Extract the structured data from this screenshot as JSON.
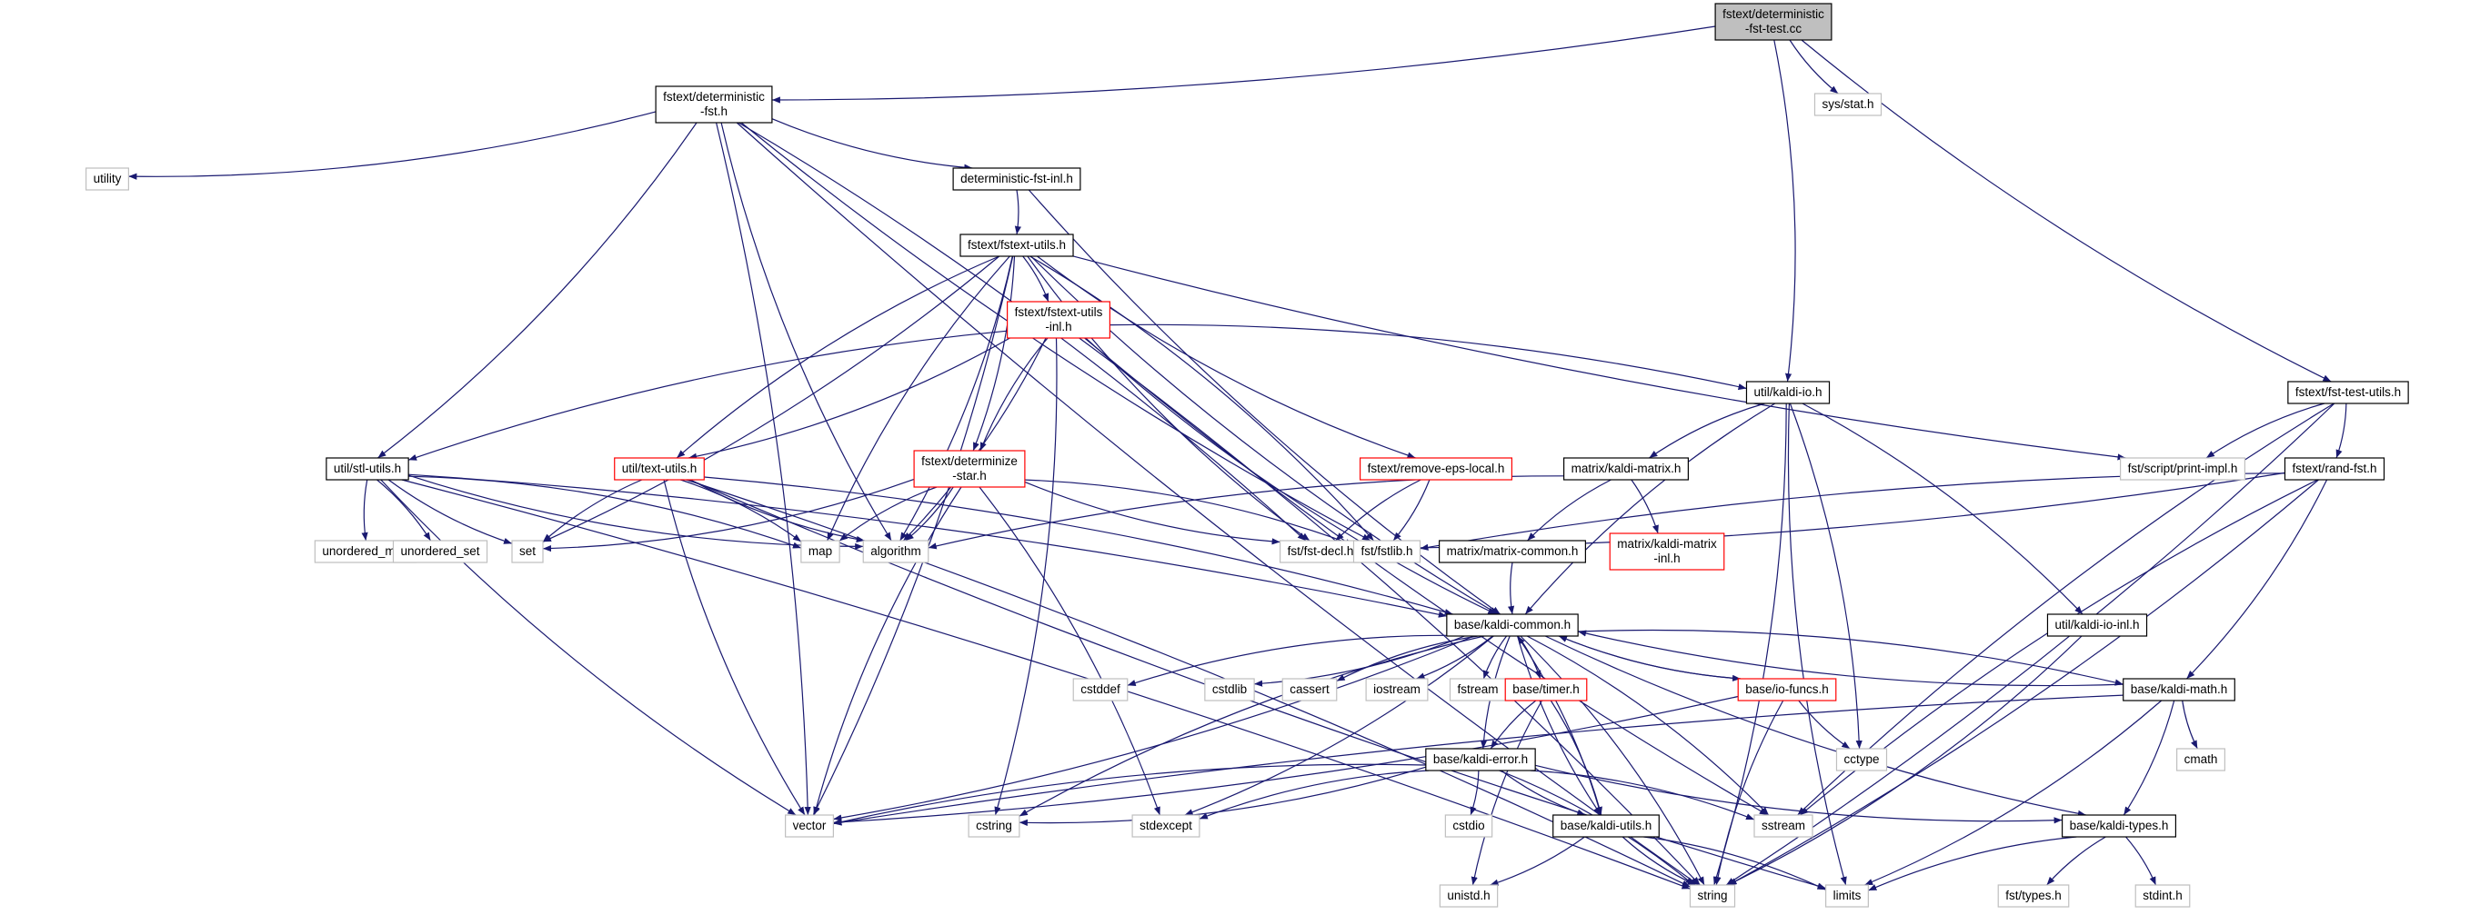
{
  "graph": {
    "colors": {
      "edge": "#191970",
      "focus_fill": "#bfbfbf",
      "normal_border": "#000000",
      "external_border": "#bfbfbf",
      "incomplete_border": "#ff0000"
    },
    "nodes": [
      {
        "id": "fst_test_cc",
        "lines": [
          "fstext/deterministic",
          "-fst-test.cc"
        ],
        "style": "focus"
      },
      {
        "id": "det_fst_h",
        "lines": [
          "fstext/deterministic",
          "-fst.h"
        ],
        "style": "normal"
      },
      {
        "id": "sys_stat_h",
        "lines": [
          "sys/stat.h"
        ],
        "style": "external"
      },
      {
        "id": "utility",
        "lines": [
          "utility"
        ],
        "style": "external"
      },
      {
        "id": "det_fst_inl_h",
        "lines": [
          "deterministic-fst-inl.h"
        ],
        "style": "normal"
      },
      {
        "id": "fstext_utils_h",
        "lines": [
          "fstext/fstext-utils.h"
        ],
        "style": "normal"
      },
      {
        "id": "fstext_utils_inl_h",
        "lines": [
          "fstext/fstext-utils",
          "-inl.h"
        ],
        "style": "incomplete"
      },
      {
        "id": "kaldi_io_h",
        "lines": [
          "util/kaldi-io.h"
        ],
        "style": "normal"
      },
      {
        "id": "fst_test_utils_h",
        "lines": [
          "fstext/fst-test-utils.h"
        ],
        "style": "normal"
      },
      {
        "id": "stl_utils_h",
        "lines": [
          "util/stl-utils.h"
        ],
        "style": "normal"
      },
      {
        "id": "text_utils_h",
        "lines": [
          "util/text-utils.h"
        ],
        "style": "incomplete"
      },
      {
        "id": "determinize_star_h",
        "lines": [
          "fstext/determinize",
          "-star.h"
        ],
        "style": "incomplete"
      },
      {
        "id": "remove_eps_h",
        "lines": [
          "fstext/remove-eps-local.h"
        ],
        "style": "incomplete"
      },
      {
        "id": "kaldi_matrix_h",
        "lines": [
          "matrix/kaldi-matrix.h"
        ],
        "style": "normal"
      },
      {
        "id": "print_impl_h",
        "lines": [
          "fst/script/print-impl.h"
        ],
        "style": "external"
      },
      {
        "id": "rand_fst_h",
        "lines": [
          "fstext/rand-fst.h"
        ],
        "style": "normal"
      },
      {
        "id": "unordered_map",
        "lines": [
          "unordered_map"
        ],
        "style": "external"
      },
      {
        "id": "unordered_set",
        "lines": [
          "unordered_set"
        ],
        "style": "external"
      },
      {
        "id": "set",
        "lines": [
          "set"
        ],
        "style": "external"
      },
      {
        "id": "map",
        "lines": [
          "map"
        ],
        "style": "external"
      },
      {
        "id": "algorithm",
        "lines": [
          "algorithm"
        ],
        "style": "external"
      },
      {
        "id": "fst_decl_h",
        "lines": [
          "fst/fst-decl.h"
        ],
        "style": "external"
      },
      {
        "id": "fstlib_h",
        "lines": [
          "fst/fstlib.h"
        ],
        "style": "external"
      },
      {
        "id": "matrix_common_h",
        "lines": [
          "matrix/matrix-common.h"
        ],
        "style": "normal"
      },
      {
        "id": "kaldi_matrix_inl_h",
        "lines": [
          "matrix/kaldi-matrix",
          "-inl.h"
        ],
        "style": "incomplete"
      },
      {
        "id": "kaldi_io_inl_h",
        "lines": [
          "util/kaldi-io-inl.h"
        ],
        "style": "normal"
      },
      {
        "id": "kaldi_common_h",
        "lines": [
          "base/kaldi-common.h"
        ],
        "style": "normal"
      },
      {
        "id": "cstddef",
        "lines": [
          "cstddef"
        ],
        "style": "external"
      },
      {
        "id": "cstdlib",
        "lines": [
          "cstdlib"
        ],
        "style": "external"
      },
      {
        "id": "cassert",
        "lines": [
          "cassert"
        ],
        "style": "external"
      },
      {
        "id": "iostream",
        "lines": [
          "iostream"
        ],
        "style": "external"
      },
      {
        "id": "fstream",
        "lines": [
          "fstream"
        ],
        "style": "external"
      },
      {
        "id": "timer_h",
        "lines": [
          "base/timer.h"
        ],
        "style": "incomplete"
      },
      {
        "id": "io_funcs_h",
        "lines": [
          "base/io-funcs.h"
        ],
        "style": "incomplete"
      },
      {
        "id": "kaldi_math_h",
        "lines": [
          "base/kaldi-math.h"
        ],
        "style": "normal"
      },
      {
        "id": "cctype",
        "lines": [
          "cctype"
        ],
        "style": "external"
      },
      {
        "id": "cmath",
        "lines": [
          "cmath"
        ],
        "style": "external"
      },
      {
        "id": "kaldi_error_h",
        "lines": [
          "base/kaldi-error.h"
        ],
        "style": "normal"
      },
      {
        "id": "vector",
        "lines": [
          "vector"
        ],
        "style": "external"
      },
      {
        "id": "cstring",
        "lines": [
          "cstring"
        ],
        "style": "external"
      },
      {
        "id": "stdexcept",
        "lines": [
          "stdexcept"
        ],
        "style": "external"
      },
      {
        "id": "cstdio",
        "lines": [
          "cstdio"
        ],
        "style": "external"
      },
      {
        "id": "kaldi_utils_h",
        "lines": [
          "base/kaldi-utils.h"
        ],
        "style": "normal"
      },
      {
        "id": "sstream",
        "lines": [
          "sstream"
        ],
        "style": "external"
      },
      {
        "id": "kaldi_types_h",
        "lines": [
          "base/kaldi-types.h"
        ],
        "style": "normal"
      },
      {
        "id": "unistd_h",
        "lines": [
          "unistd.h"
        ],
        "style": "external"
      },
      {
        "id": "string",
        "lines": [
          "string"
        ],
        "style": "external"
      },
      {
        "id": "limits",
        "lines": [
          "limits"
        ],
        "style": "external"
      },
      {
        "id": "fst_types_h",
        "lines": [
          "fst/types.h"
        ],
        "style": "external"
      },
      {
        "id": "stdint_h",
        "lines": [
          "stdint.h"
        ],
        "style": "external"
      }
    ],
    "edges": [
      [
        "fst_test_cc",
        "det_fst_h"
      ],
      [
        "fst_test_cc",
        "sys_stat_h"
      ],
      [
        "fst_test_cc",
        "kaldi_io_h"
      ],
      [
        "fst_test_cc",
        "fst_test_utils_h"
      ],
      [
        "det_fst_h",
        "utility"
      ],
      [
        "det_fst_h",
        "det_fst_inl_h"
      ],
      [
        "det_fst_h",
        "stl_utils_h"
      ],
      [
        "det_fst_h",
        "algorithm"
      ],
      [
        "det_fst_h",
        "fst_decl_h"
      ],
      [
        "det_fst_h",
        "fstlib_h"
      ],
      [
        "det_fst_h",
        "vector"
      ],
      [
        "det_fst_h",
        "string"
      ],
      [
        "det_fst_inl_h",
        "fstext_utils_h"
      ],
      [
        "det_fst_inl_h",
        "kaldi_common_h"
      ],
      [
        "fstext_utils_h",
        "fstext_utils_inl_h"
      ],
      [
        "fstext_utils_h",
        "text_utils_h"
      ],
      [
        "fstext_utils_h",
        "determinize_star_h"
      ],
      [
        "fstext_utils_h",
        "remove_eps_h"
      ],
      [
        "fstext_utils_h",
        "set"
      ],
      [
        "fstext_utils_h",
        "map"
      ],
      [
        "fstext_utils_h",
        "algorithm"
      ],
      [
        "fstext_utils_h",
        "fst_decl_h"
      ],
      [
        "fstext_utils_h",
        "fstlib_h"
      ],
      [
        "fstext_utils_h",
        "print_impl_h"
      ],
      [
        "fstext_utils_h",
        "vector"
      ],
      [
        "fstext_utils_h",
        "kaldi_common_h"
      ],
      [
        "fstext_utils_inl_h",
        "kaldi_io_h"
      ],
      [
        "fstext_utils_inl_h",
        "stl_utils_h"
      ],
      [
        "fstext_utils_inl_h",
        "text_utils_h"
      ],
      [
        "fstext_utils_inl_h",
        "determinize_star_h"
      ],
      [
        "fstext_utils_inl_h",
        "algorithm"
      ],
      [
        "fstext_utils_inl_h",
        "kaldi_common_h"
      ],
      [
        "fstext_utils_inl_h",
        "cstring"
      ],
      [
        "fstext_utils_inl_h",
        "sstream"
      ],
      [
        "fstext_utils_inl_h",
        "string"
      ],
      [
        "kaldi_io_h",
        "kaldi_matrix_h"
      ],
      [
        "kaldi_io_h",
        "kaldi_io_inl_h"
      ],
      [
        "kaldi_io_h",
        "kaldi_common_h"
      ],
      [
        "kaldi_io_h",
        "cctype"
      ],
      [
        "kaldi_io_h",
        "limits"
      ],
      [
        "kaldi_io_h",
        "string"
      ],
      [
        "fst_test_utils_h",
        "print_impl_h"
      ],
      [
        "fst_test_utils_h",
        "rand_fst_h"
      ],
      [
        "fst_test_utils_h",
        "sstream"
      ],
      [
        "fst_test_utils_h",
        "string"
      ],
      [
        "stl_utils_h",
        "unordered_map"
      ],
      [
        "stl_utils_h",
        "unordered_set"
      ],
      [
        "stl_utils_h",
        "set"
      ],
      [
        "stl_utils_h",
        "map"
      ],
      [
        "stl_utils_h",
        "algorithm"
      ],
      [
        "stl_utils_h",
        "kaldi_common_h"
      ],
      [
        "stl_utils_h",
        "vector"
      ],
      [
        "stl_utils_h",
        "string"
      ],
      [
        "text_utils_h",
        "set"
      ],
      [
        "text_utils_h",
        "map"
      ],
      [
        "text_utils_h",
        "algorithm"
      ],
      [
        "text_utils_h",
        "kaldi_common_h"
      ],
      [
        "text_utils_h",
        "vector"
      ],
      [
        "text_utils_h",
        "string"
      ],
      [
        "text_utils_h",
        "limits"
      ],
      [
        "determinize_star_h",
        "set"
      ],
      [
        "determinize_star_h",
        "map"
      ],
      [
        "determinize_star_h",
        "algorithm"
      ],
      [
        "determinize_star_h",
        "fst_decl_h"
      ],
      [
        "determinize_star_h",
        "fstlib_h"
      ],
      [
        "determinize_star_h",
        "vector"
      ],
      [
        "determinize_star_h",
        "stdexcept"
      ],
      [
        "remove_eps_h",
        "fst_decl_h"
      ],
      [
        "remove_eps_h",
        "fstlib_h"
      ],
      [
        "kaldi_matrix_h",
        "matrix_common_h"
      ],
      [
        "kaldi_matrix_h",
        "kaldi_matrix_inl_h"
      ],
      [
        "kaldi_matrix_h",
        "algorithm"
      ],
      [
        "rand_fst_h",
        "fst_decl_h"
      ],
      [
        "rand_fst_h",
        "fstlib_h"
      ],
      [
        "rand_fst_h",
        "kaldi_math_h"
      ],
      [
        "rand_fst_h",
        "sstream"
      ],
      [
        "rand_fst_h",
        "string"
      ],
      [
        "matrix_common_h",
        "kaldi_common_h"
      ],
      [
        "kaldi_io_inl_h",
        "string"
      ],
      [
        "kaldi_common_h",
        "cstddef"
      ],
      [
        "kaldi_common_h",
        "cstdlib"
      ],
      [
        "kaldi_common_h",
        "cassert"
      ],
      [
        "kaldi_common_h",
        "iostream"
      ],
      [
        "kaldi_common_h",
        "fstream"
      ],
      [
        "kaldi_common_h",
        "timer_h"
      ],
      [
        "kaldi_common_h",
        "io_funcs_h"
      ],
      [
        "kaldi_common_h",
        "kaldi_math_h"
      ],
      [
        "kaldi_common_h",
        "kaldi_error_h"
      ],
      [
        "kaldi_common_h",
        "vector"
      ],
      [
        "kaldi_common_h",
        "cstring"
      ],
      [
        "kaldi_common_h",
        "stdexcept"
      ],
      [
        "kaldi_common_h",
        "kaldi_utils_h"
      ],
      [
        "kaldi_common_h",
        "sstream"
      ],
      [
        "kaldi_common_h",
        "kaldi_types_h"
      ],
      [
        "kaldi_common_h",
        "string"
      ],
      [
        "timer_h",
        "kaldi_error_h"
      ],
      [
        "timer_h",
        "kaldi_utils_h"
      ],
      [
        "timer_h",
        "unistd_h"
      ],
      [
        "io_funcs_h",
        "kaldi_common_h"
      ],
      [
        "io_funcs_h",
        "cctype"
      ],
      [
        "io_funcs_h",
        "vector"
      ],
      [
        "io_funcs_h",
        "string"
      ],
      [
        "kaldi_math_h",
        "kaldi_common_h"
      ],
      [
        "kaldi_math_h",
        "cmath"
      ],
      [
        "kaldi_math_h",
        "limits"
      ],
      [
        "kaldi_math_h",
        "vector"
      ],
      [
        "kaldi_math_h",
        "kaldi_types_h"
      ],
      [
        "kaldi_error_h",
        "vector"
      ],
      [
        "kaldi_error_h",
        "cstring"
      ],
      [
        "kaldi_error_h",
        "stdexcept"
      ],
      [
        "kaldi_error_h",
        "cstdio"
      ],
      [
        "kaldi_error_h",
        "kaldi_utils_h"
      ],
      [
        "kaldi_error_h",
        "sstream"
      ],
      [
        "kaldi_error_h",
        "kaldi_types_h"
      ],
      [
        "kaldi_error_h",
        "string"
      ],
      [
        "kaldi_utils_h",
        "kaldi_common_h"
      ],
      [
        "kaldi_utils_h",
        "unistd_h"
      ],
      [
        "kaldi_utils_h",
        "string"
      ],
      [
        "kaldi_utils_h",
        "limits"
      ],
      [
        "kaldi_types_h",
        "fst_types_h"
      ],
      [
        "kaldi_types_h",
        "stdint_h"
      ],
      [
        "kaldi_types_h",
        "limits"
      ]
    ]
  }
}
